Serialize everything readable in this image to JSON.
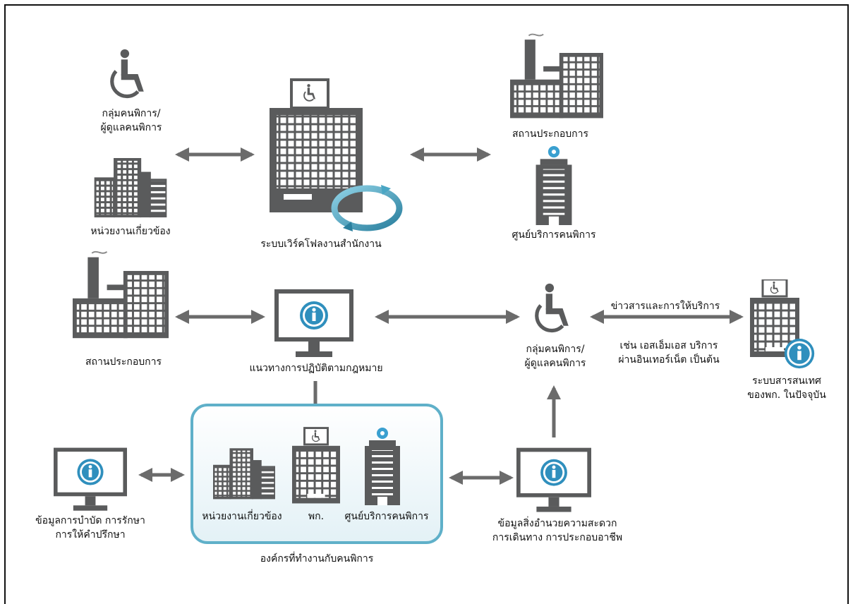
{
  "labels": {
    "disabled_group_top": [
      "กลุ่มคนพิการ/",
      "ผู้ดูแลคนพิการ"
    ],
    "related_agencies_top": "หน่วยงานเกี่ยวข้อง",
    "workflow_system": "ระบบเวิร์คโฟลงานสำนักงาน",
    "establishment_top": "สถานประกอบการ",
    "service_center_top": "ศูนย์บริการคนพิการ",
    "establishment_mid": "สถานประกอบการ",
    "legal_guidelines": "แนวทางการปฏิบัติตามกฎหมาย",
    "disabled_group_mid": [
      "กลุ่มคนพิการ/",
      "ผู้ดูแลคนพิการ"
    ],
    "news_services": "ข่าวสารและการให้บริการ",
    "channels": [
      "เช่น  เอสเอ็มเอส บริการ",
      "ผ่านอินเทอร์เน็ต เป็นต้น"
    ],
    "current_info_system": [
      "ระบบสารสนเทศ",
      "ของพก. ในปัจจุบัน"
    ],
    "therapy_info": [
      "ข้อมูลการบำบัด การรักษา",
      "การให้คำปรึกษา"
    ],
    "related_agencies_box": "หน่วยงานเกี่ยวข้อง",
    "pk_box": "พก.",
    "service_center_box": "ศูนย์บริการคนพิการ",
    "organizations": "องค์กรที่ทำงานกับคนพิการ",
    "facilities_info": [
      "ข้อมูลสิ่งอำนวยความสะดวก",
      "การเดินทาง การประกอบอาชีพ"
    ]
  },
  "icons": [
    "wheelchair-icon",
    "office-building-icon",
    "factory-icon",
    "service-tower-icon",
    "info-monitor-icon",
    "sync-cycle-icon",
    "double-arrow-icon"
  ],
  "colors": {
    "gray": "#5a5b5c",
    "arrow": "#6b6b6b",
    "teal": "#4aa6c4",
    "info": "#2f8fbd",
    "box_border": "#5fb0c9"
  }
}
